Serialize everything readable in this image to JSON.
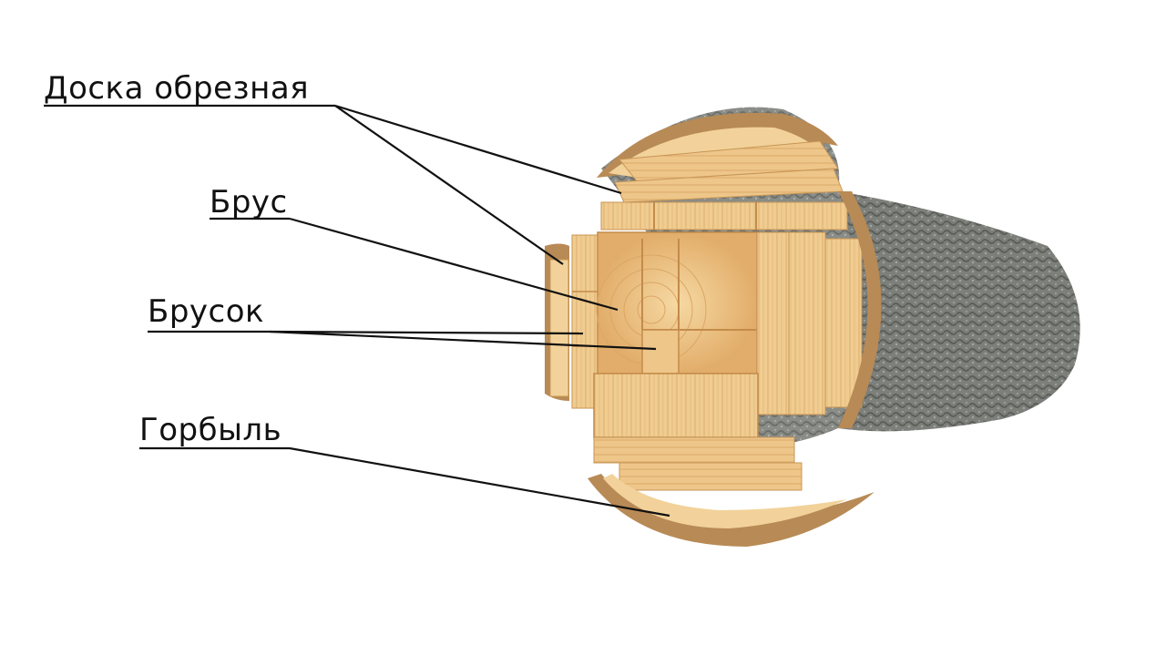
{
  "labels": {
    "doska_obreznaya": "Доска обрезная",
    "brus": "Брус",
    "brusok": "Брусок",
    "gorbyl": "Горбыль"
  },
  "colors": {
    "bark": "#7d7f7a",
    "bark_dark": "#5d5f5b",
    "inner_bark": "#b88a55",
    "wood_light": "#f2d29a",
    "wood_mid": "#e8b878",
    "wood_dark": "#d49a55",
    "leader_line": "#111111"
  }
}
